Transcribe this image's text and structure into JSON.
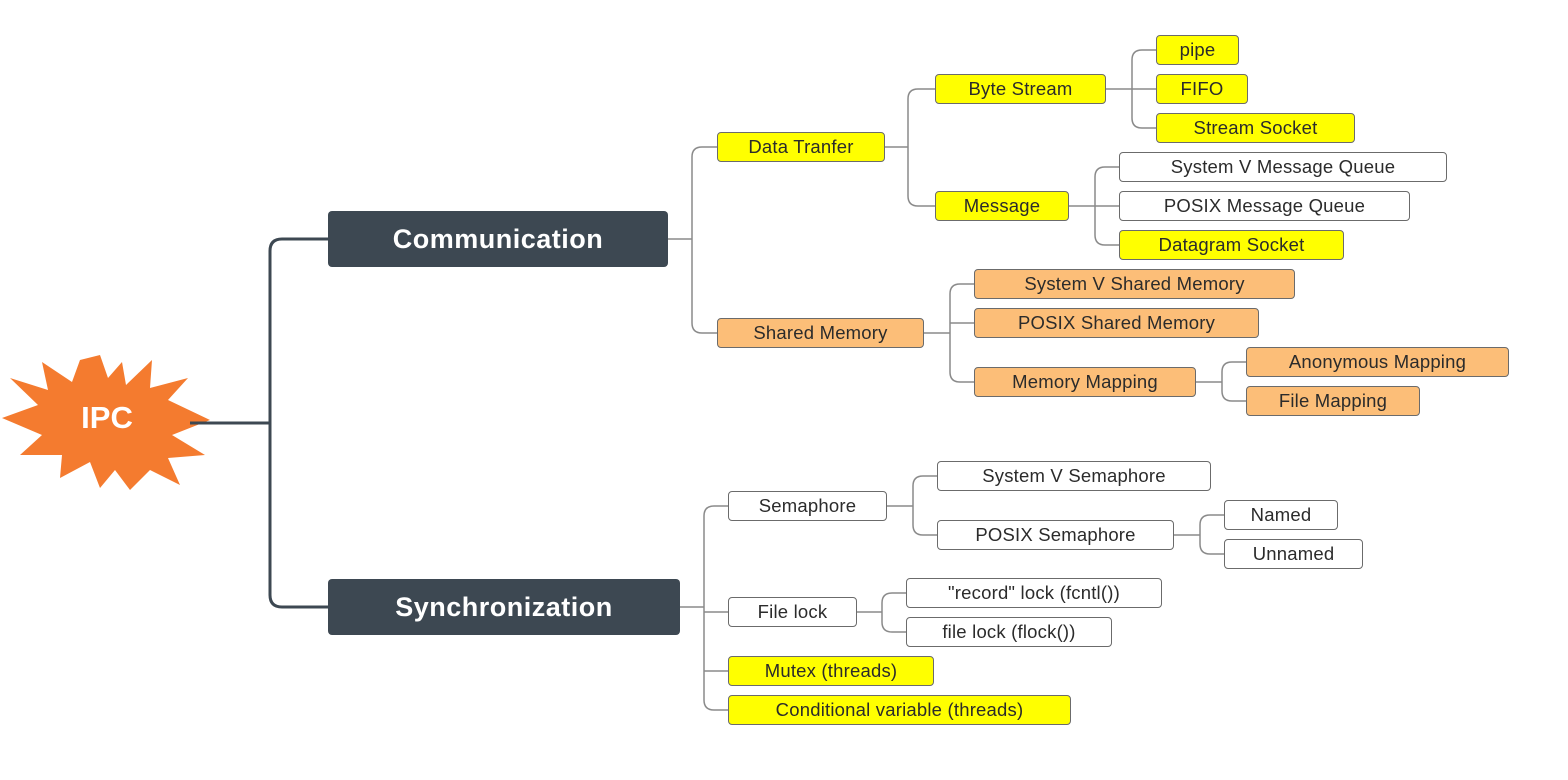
{
  "root": {
    "label": "IPC",
    "color": "#f47b2f"
  },
  "colors": {
    "line": "#8a8a8a",
    "trunk": "#3d4852",
    "main": "#3d4852",
    "yellow": "#ffff00",
    "orange": "#fcbe78"
  },
  "communication": {
    "label": "Communication",
    "data_transfer": {
      "label": "Data Tranfer",
      "byte_stream": {
        "label": "Byte Stream",
        "pipe": "pipe",
        "fifo": "FIFO",
        "stream_socket": "Stream Socket"
      },
      "message": {
        "label": "Message",
        "sysv_queue": "System V Message Queue",
        "posix_queue": "POSIX Message Queue",
        "datagram_socket": "Datagram Socket"
      }
    },
    "shared_memory": {
      "label": "Shared Memory",
      "sysv_shm": "System V Shared Memory",
      "posix_shm": "POSIX Shared Memory",
      "memory_mapping": {
        "label": "Memory Mapping",
        "anonymous": "Anonymous Mapping",
        "file": "File Mapping"
      }
    }
  },
  "synchronization": {
    "label": "Synchronization",
    "semaphore": {
      "label": "Semaphore",
      "sysv": "System V Semaphore",
      "posix": {
        "label": "POSIX Semaphore",
        "named": "Named",
        "unnamed": "Unnamed"
      }
    },
    "file_lock": {
      "label": "File lock",
      "record": "\"record\" lock (fcntl())",
      "flock": "file lock (flock())"
    },
    "mutex": "Mutex (threads)",
    "cond_var": "Conditional variable (threads)"
  }
}
